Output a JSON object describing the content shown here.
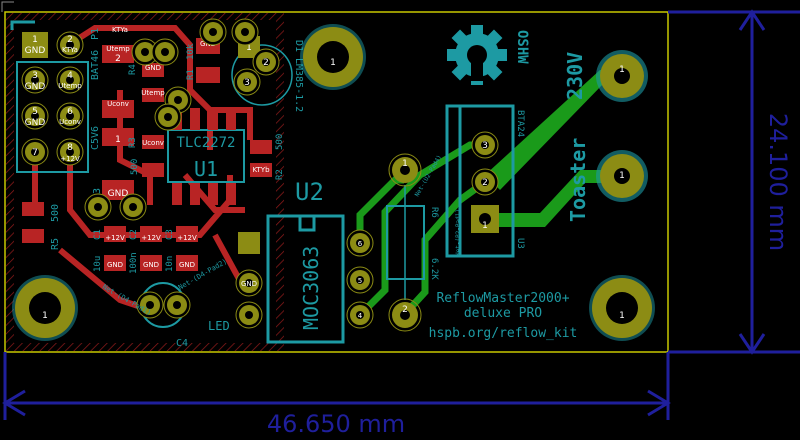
{
  "board": {
    "title_lines": [
      "ReflowMaster2000+",
      "deluxe PRO"
    ],
    "url": "hspb.org/reflow_kit",
    "oshw_label": "OSHW",
    "voltage_label": "230V",
    "toaster_label": "Toaster",
    "mount_hole_label": "1"
  },
  "dimensions": {
    "width": "46.650 mm",
    "height": "24.100 mm"
  },
  "components": {
    "p1": {
      "ref": "P1",
      "pads": [
        {
          "num": "1",
          "net": "GND"
        },
        {
          "num": "2",
          "net": "KTYa"
        },
        {
          "num": "3",
          "net": "GND"
        },
        {
          "num": "4",
          "net": "Utemp"
        },
        {
          "num": "5",
          "net": "GND"
        },
        {
          "num": "6",
          "net": "Uconv"
        },
        {
          "num": "7",
          "net": ""
        },
        {
          "num": "8",
          "net": "+12V"
        }
      ]
    },
    "u1": {
      "ref": "U1",
      "value": "TLC2272"
    },
    "u2": {
      "ref": "U2",
      "value": "MOC3063",
      "pins": [
        "6",
        "5",
        "4"
      ]
    },
    "u3": {
      "ref": "U3",
      "value": "BTA24",
      "pins": [
        "3",
        "2",
        "1"
      ]
    },
    "d1": {
      "ref": "D1",
      "value": "LM385-1.2",
      "pins": [
        "1",
        "2",
        "3"
      ]
    },
    "d2": {
      "ref": "D2",
      "value": "C5V6"
    },
    "d3": {
      "ref": "D3",
      "value": "BAT46"
    },
    "r1": {
      "ref": "R1",
      "value": "10k"
    },
    "r2": {
      "ref": "R2",
      "value": "500"
    },
    "r3": {
      "ref": "R3",
      "value": "500"
    },
    "r4": {
      "ref": "R4",
      "value": "1k"
    },
    "r5": {
      "ref": "R5",
      "value": "500"
    },
    "r6": {
      "ref": "R6",
      "value": "6.2K",
      "pins": [
        "1",
        "2"
      ]
    },
    "c1": {
      "ref": "C1",
      "value": "10u"
    },
    "c2": {
      "ref": "C2",
      "value": "100n"
    },
    "c3": {
      "ref": "C3",
      "value": "10n"
    },
    "c4": {
      "ref": "C4",
      "value": "LED"
    },
    "led": {
      "label": "LED"
    },
    "nets": {
      "ktya": "KTYa",
      "net_u2_pad4": "Net-(U2-Pad4)",
      "net_p2_pad1": "Net-(P2-Pad1)",
      "net_d4_pad1": "Net-(D4-Pad1)",
      "net_d4_pad2": "Net-(D4-Pad2)"
    },
    "smd_labels": {
      "gnd": "GND",
      "plus12": "+12V",
      "utemp": "Utemp",
      "uconv": "Uconv",
      "ktyb": "KTYb",
      "one": "1",
      "two": "2"
    }
  },
  "colors": {
    "background": "#000000",
    "copper_front": "#b82424",
    "copper_back": "#1a9a1a",
    "pad": "#8c8c14",
    "silkscreen": "#1d9aa3",
    "outline": "#c8c800",
    "dimension": "#1f1f9c"
  }
}
